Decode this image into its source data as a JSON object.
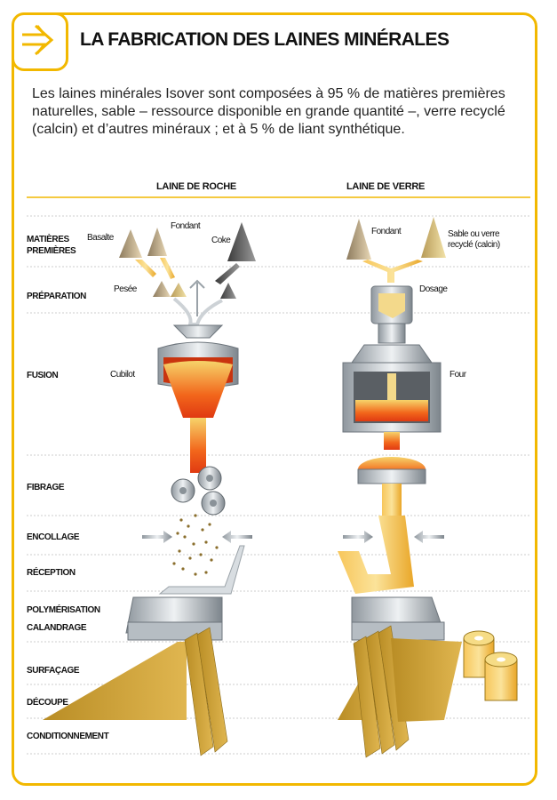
{
  "header": {
    "title": "LA FABRICATION DES LAINES MINÉRALES",
    "arrow_icon": "arrow-right-icon",
    "accent_color": "#f2b800"
  },
  "intro": "Les laines minérales Isover sont composées à 95 % de matières premières naturelles, sable – ressource disponible en grande quantité –, verre recyclé (calcin) et d’autres minéraux ; et à 5 % de liant synthétique.",
  "columns": {
    "rock": "LAINE DE ROCHE",
    "glass": "LAINE DE VERRE"
  },
  "stages": {
    "raw": "MATIÈRES PREMIÈRES",
    "prep": "PRÉPARATION",
    "fusion": "FUSION",
    "fiber": "FIBRAGE",
    "binder": "ENCOLLAGE",
    "reception": "RÉCEPTION",
    "polymer": "POLYMÉRISATION",
    "calender": "CALANDRAGE",
    "surface": "SURFAÇAGE",
    "cut": "DÉCOUPE",
    "pack": "CONDITIONNEMENT"
  },
  "rock_labels": {
    "basalte": "Basalte",
    "fondant": "Fondant",
    "coke": "Coke",
    "pesee": "Pesée",
    "cubilot": "Cubilot"
  },
  "glass_labels": {
    "fondant": "Fondant",
    "sable": "Sable ou verre recyclé (calcin)",
    "dosage": "Dosage",
    "four": "Four"
  }
}
